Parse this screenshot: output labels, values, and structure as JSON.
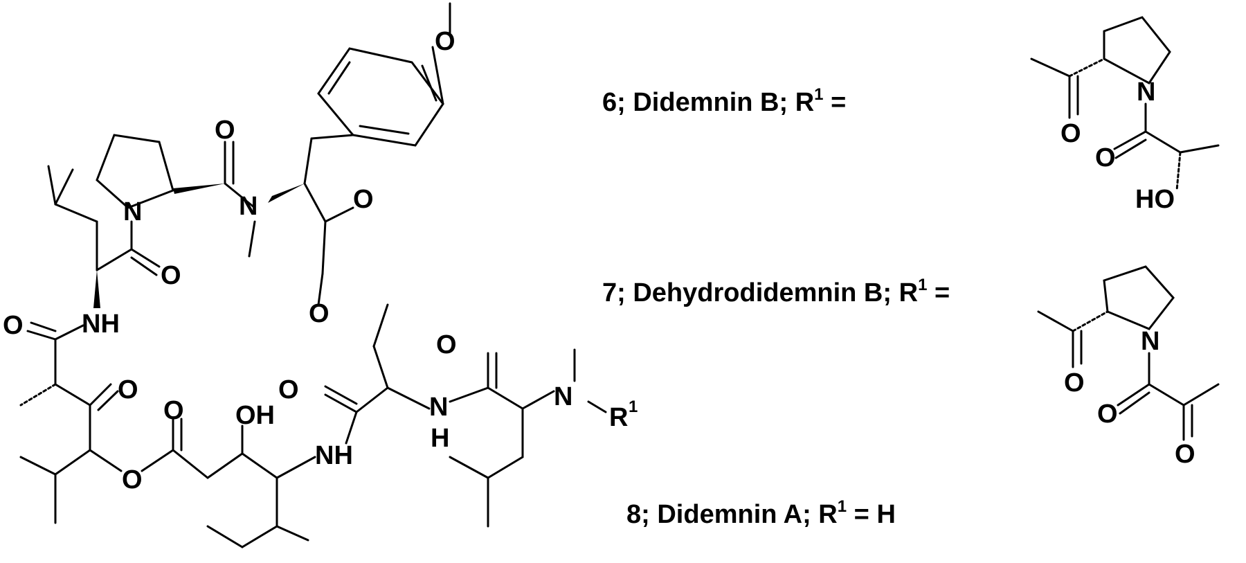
{
  "compounds": [
    {
      "number": "6",
      "name": "Didemnin B",
      "r1_symbol": "R",
      "r1_sup": "1",
      "equals": "=",
      "value": ""
    },
    {
      "number": "7",
      "name": "Dehydrodidemnin B",
      "r1_symbol": "R",
      "r1_sup": "1",
      "equals": "=",
      "value": ""
    },
    {
      "number": "8",
      "name": "Didemnin A",
      "r1_symbol": "R",
      "r1_sup": "1",
      "equals": "=",
      "value": "H"
    }
  ],
  "atoms": {
    "O": "O",
    "N": "N",
    "NH": "NH",
    "H": "H",
    "OH": "OH",
    "HO": "HO",
    "R": "R",
    "sup1": "1"
  }
}
